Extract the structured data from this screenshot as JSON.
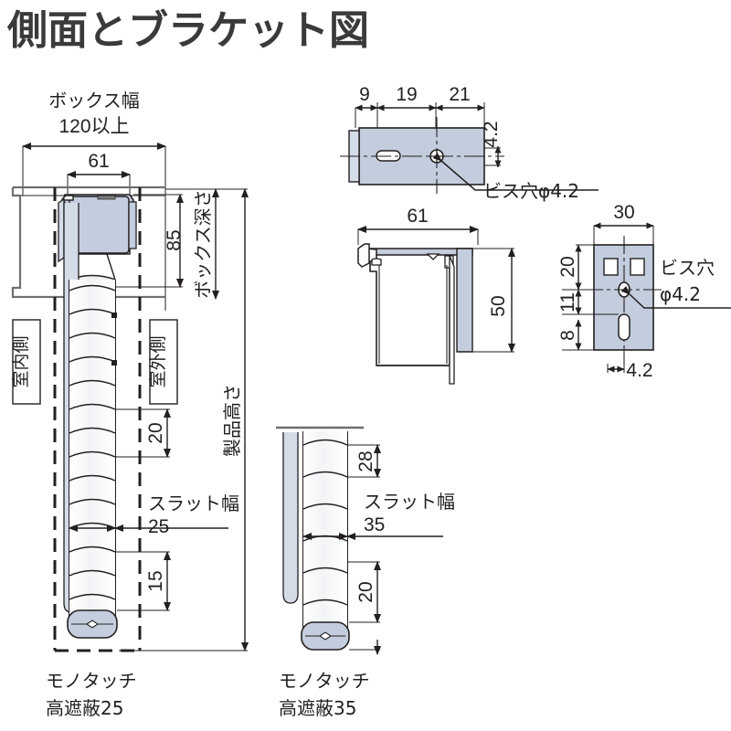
{
  "page": {
    "title": "側面とブラケット図",
    "background": "#ffffff",
    "line_color": "#231f20",
    "fill_color": "#c3cddd",
    "fill_color_light": "#d4dce8",
    "title_color": "#3a3a3a"
  },
  "left_view": {
    "name": "side-elevation-25",
    "box_width_label": "ボックス幅",
    "box_width_value": "120以上",
    "headbox_width": "61",
    "box_depth_label": "ボックス深さ",
    "box_depth_value": "85",
    "product_height_label": "製品高さ",
    "indoor_label": "室内側",
    "outdoor_label": "室外側",
    "slat_pitch_top": "20",
    "slat_width_label": "スラット幅",
    "slat_width_value": "25",
    "bottom_dim": "15",
    "caption_line1": "モノタッチ",
    "caption_line2": "高遮蔽25"
  },
  "middle_view": {
    "name": "side-elevation-35",
    "slat_pitch_top": "28",
    "slat_width_label": "スラット幅",
    "slat_width_value": "35",
    "bottom_dim": "20",
    "caption_line1": "モノタッチ",
    "caption_line2": "高遮蔽35"
  },
  "bracket_top_view": {
    "name": "bracket-side-view",
    "dim_a": "9",
    "dim_b": "19",
    "dim_c": "21",
    "dim_d": "4.2",
    "screw_hole_label": "ビス穴φ4.2"
  },
  "headbox_section": {
    "name": "headbox-cross-section",
    "width": "61",
    "height": "50"
  },
  "bracket_front_view": {
    "name": "bracket-front-view",
    "width": "30",
    "dim_20": "20",
    "dim_11": "11",
    "dim_8": "8",
    "dim_42": "4.2",
    "screw_hole_line1": "ビス穴",
    "screw_hole_line2": "φ4.2"
  }
}
